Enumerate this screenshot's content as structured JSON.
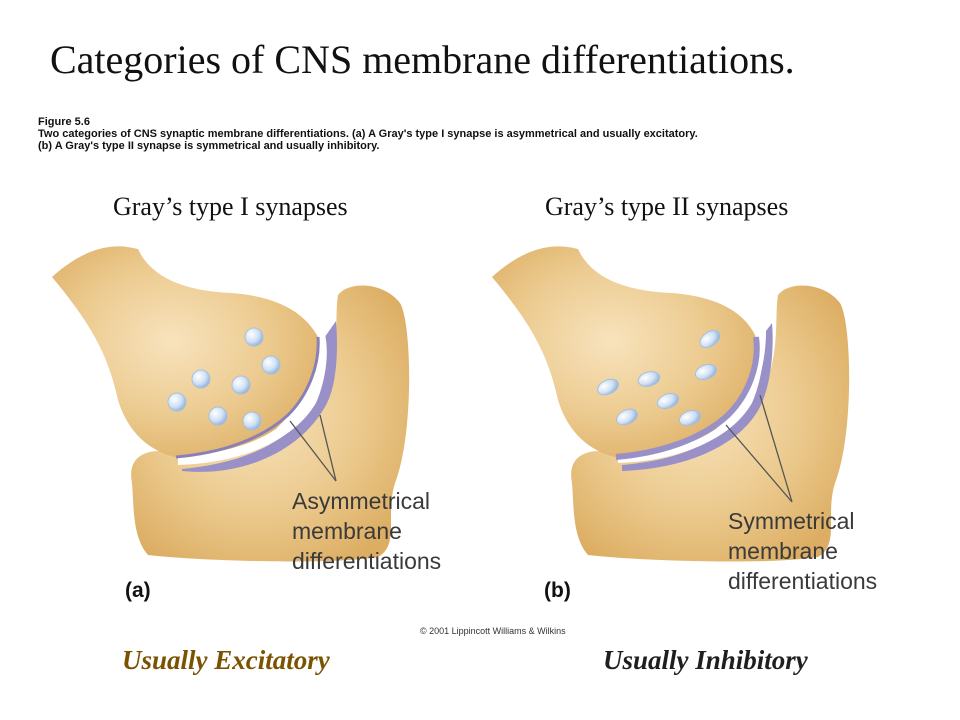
{
  "title": "Categories of CNS membrane differentiations.",
  "figure": {
    "number": "Figure 5.6",
    "caption_line1": "Two categories of CNS synaptic membrane differentiations. (a) A Gray's type I synapse is asymmetrical and usually excitatory.",
    "caption_line2": "(b) A Gray's type II synapse is symmetrical and usually inhibitory."
  },
  "panels": [
    {
      "heading": "Gray’s type I synapses",
      "panel_label": "(a)",
      "annotation": [
        "Asymmetrical",
        "membrane",
        "differentiations"
      ],
      "footer": "Usually Excitatory",
      "vesicle_shape": "round"
    },
    {
      "heading": "Gray’s type II synapses",
      "panel_label": "(b)",
      "annotation": [
        "Symmetrical",
        "membrane",
        "differentiations"
      ],
      "footer": "Usually Inhibitory",
      "vesicle_shape": "flattened"
    }
  ],
  "copyright": "© 2001 Lippincott Williams & Wilkins",
  "colors": {
    "tissue": "#e9c07f",
    "tissue_light": "#f8e3bd",
    "membrane_thickening": "#9a90c8",
    "vesicle": "#cfe0f5",
    "excitatory_label": "#7a5200",
    "inhibitory_label": "#1f1f1f"
  }
}
